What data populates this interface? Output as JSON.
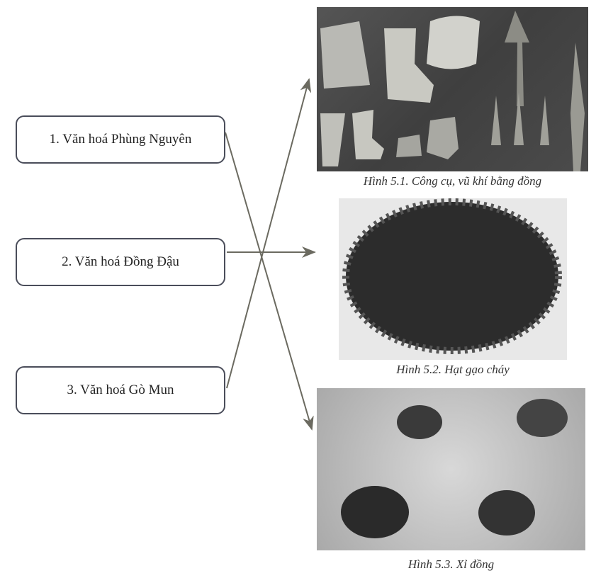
{
  "boxes": [
    {
      "label": "1. Văn hoá Phùng Nguyên"
    },
    {
      "label": "2. Văn hoá Đồng Đậu"
    },
    {
      "label": "3. Văn hoá Gò Mun"
    }
  ],
  "figures": [
    {
      "caption": "Hình 5.1. Công cụ, vũ khí bằng đồng"
    },
    {
      "caption": "Hình 5.2. Hạt gạo cháy"
    },
    {
      "caption": "Hình 5.3. Xỉ đồng"
    }
  ],
  "connections": [
    {
      "from": "1. Văn hoá Phùng Nguyên",
      "to": "Hình 5.3. Xỉ đồng"
    },
    {
      "from": "2. Văn hoá Đồng Đậu",
      "to": "Hình 5.2. Hạt gạo cháy"
    },
    {
      "from": "3. Văn hoá Gò Mun",
      "to": "Hình 5.1. Công cụ, vũ khí bằng đồng"
    }
  ],
  "colors": {
    "arrow": "#6b6a60",
    "box_border": "#4a4d5a"
  }
}
